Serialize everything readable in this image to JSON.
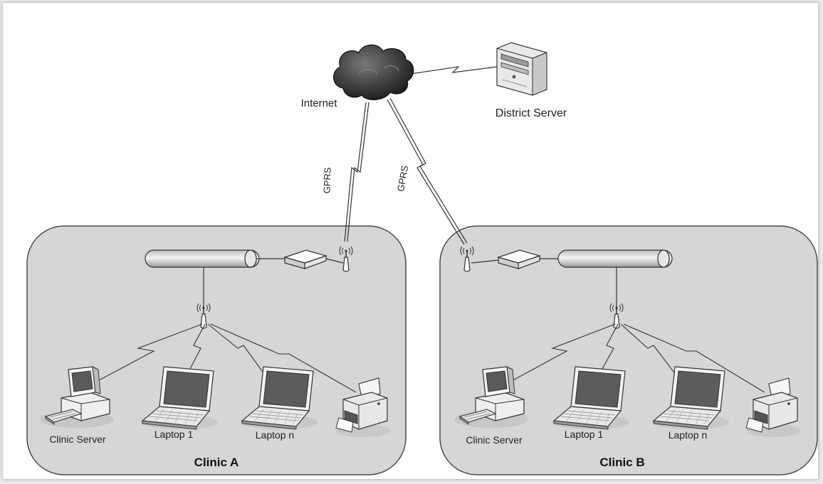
{
  "labels": {
    "internet": "Internet",
    "district_server": "District Server",
    "gprs_a": "GPRS",
    "gprs_b": "GPRS",
    "clinic_a": {
      "title": "Clinic A",
      "server": "Clinic Server",
      "laptop1": "Laptop 1",
      "laptopn": "Laptop n"
    },
    "clinic_b": {
      "title": "Clinic B",
      "server": "Clinic Server",
      "laptop1": "Laptop 1",
      "laptopn": "Laptop n"
    }
  },
  "colors": {
    "clinic_fill": "#d6d6d6",
    "clinic_stroke": "#4a4a4a",
    "device_light": "#f2f2f2",
    "device_dark": "#6a6a6a",
    "cloud": "#2b2b2b"
  }
}
